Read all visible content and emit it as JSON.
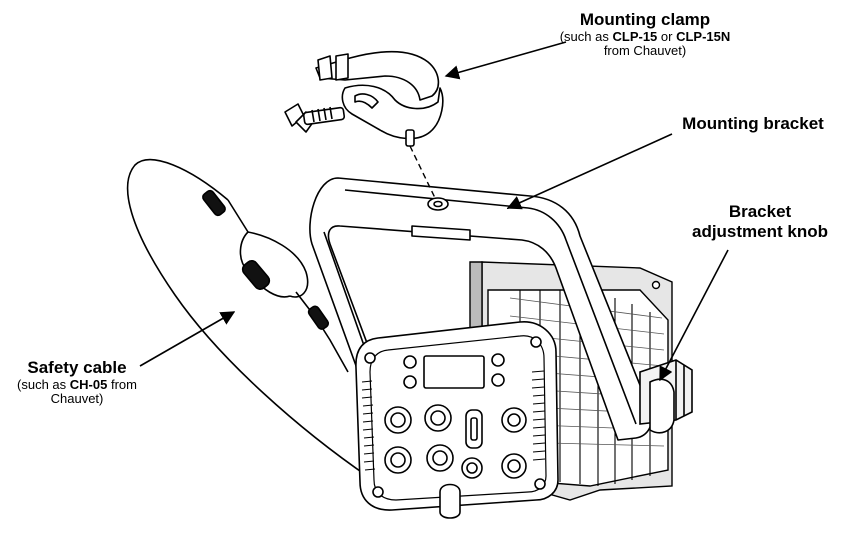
{
  "labels": {
    "mounting_clamp": {
      "title": "Mounting clamp",
      "sub_prefix": "(such as",
      "model_1": "CLP-15",
      "sub_or": "or",
      "model_2": "CLP-15N",
      "sub_suffix": "from Chauvet)"
    },
    "mounting_bracket": {
      "title": "Mounting bracket"
    },
    "bracket_knob": {
      "title_line_1": "Bracket",
      "title_line_2": "adjustment knob"
    },
    "safety_cable": {
      "title": "Safety cable",
      "sub_prefix": "(such as",
      "model": "CH-05",
      "sub_from": "from",
      "sub_suffix": "Chauvet)"
    }
  }
}
